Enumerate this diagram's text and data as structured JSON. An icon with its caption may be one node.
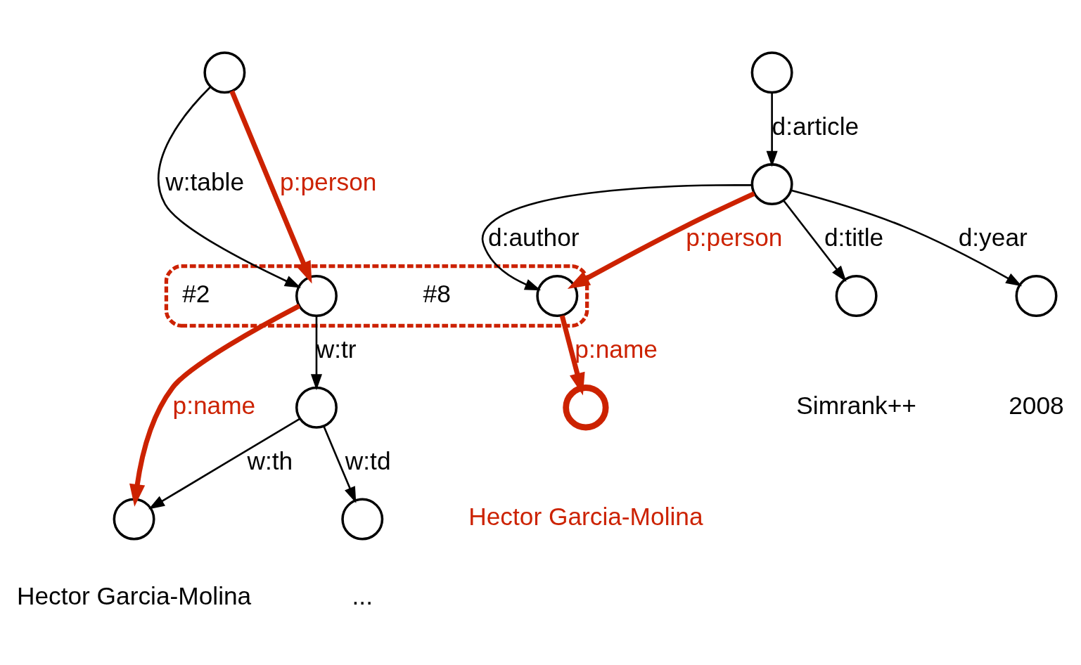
{
  "diagram": {
    "nodes": [
      {
        "text": [],
        "shape": "circle"
      },
      {
        "text": [],
        "shape": "band"
      },
      {
        "text": [],
        "shape": "circle",
        "in": 1,
        "beside": [
          "#2"
        ]
      },
      {
        "text": [],
        "shape": "circle"
      },
      {
        "text": [],
        "shape": "circle",
        "beside": [
          "Hector Garcia-Molina"
        ]
      },
      {
        "text": [],
        "shape": "circle",
        "beside": [
          "..."
        ]
      },
      {
        "text": [],
        "shape": "circle"
      },
      {
        "text": [],
        "shape": "circle"
      },
      {
        "text": [],
        "shape": "circle",
        "in": 1,
        "beside": [
          "#8"
        ]
      },
      {
        "text": [],
        "shape": "circle",
        "beside": [
          "Simrank++"
        ]
      },
      {
        "text": [],
        "shape": "circle",
        "beside": [
          "2008"
        ]
      },
      {
        "text": [],
        "shape": "circle",
        "beside": [
          "Hector Garcia-Molina"
        ]
      }
    ],
    "edges": [
      {
        "from": 0,
        "to": 2,
        "arrow": "to",
        "label": "w:table"
      },
      {
        "from": 0,
        "to": 2,
        "arrow": "to",
        "label": "p:person",
        "style": "thick",
        "color": "#cc2200"
      },
      {
        "from": 2,
        "to": 3,
        "arrow": "to",
        "label": "w:tr"
      },
      {
        "from": 3,
        "to": 4,
        "arrow": "to",
        "label": "w:th"
      },
      {
        "from": 3,
        "to": 5,
        "arrow": "to",
        "label": "w:td"
      },
      {
        "from": 2,
        "to": 4,
        "arrow": "to",
        "label": "p:name",
        "style": "thick",
        "color": "#cc2200"
      },
      {
        "from": 6,
        "to": 7,
        "arrow": "to",
        "label": "d:article"
      },
      {
        "from": 7,
        "to": 8,
        "arrow": "to",
        "label": "d:author"
      },
      {
        "from": 7,
        "to": 9,
        "arrow": "to",
        "label": "d:title"
      },
      {
        "from": 7,
        "to": 10,
        "arrow": "to",
        "label": "d:year"
      },
      {
        "from": 7,
        "to": 8,
        "arrow": "to",
        "label": "p:person",
        "style": "thick",
        "color": "#cc2200"
      },
      {
        "from": 8,
        "to": 11,
        "arrow": "to",
        "label": "p:name",
        "style": "thick",
        "color": "#cc2200"
      }
    ]
  }
}
